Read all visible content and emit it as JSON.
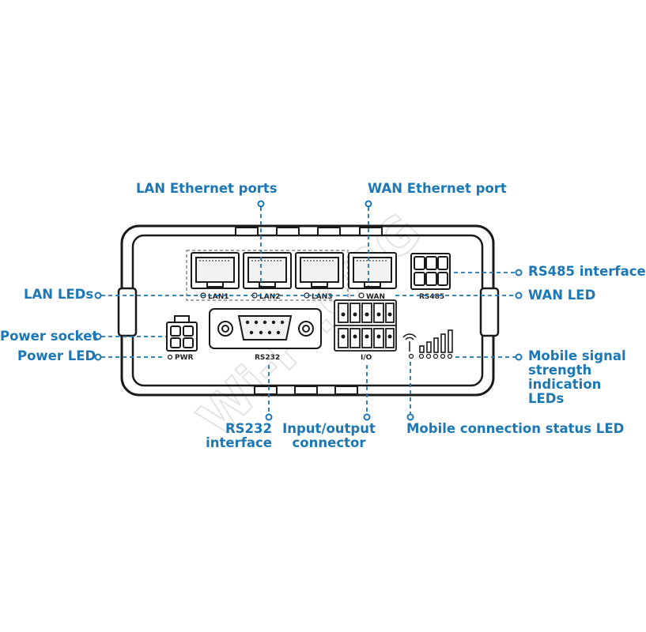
{
  "callouts": {
    "lan_ports": "LAN Ethernet ports",
    "wan_port": "WAN Ethernet port",
    "rs485": "RS485 interface",
    "lan_leds": "LAN LEDs",
    "wan_led": "WAN LED",
    "power_socket": "Power socket",
    "power_led": "Power LED",
    "mobile_signal": "Mobile signal\nstrength\nindication LEDs",
    "rs232": "RS232\ninterface",
    "io": "Input/output\nconnector",
    "mobile_status": "Mobile connection status LED"
  },
  "panel_labels": {
    "lan1": "LAN1",
    "lan2": "LAN2",
    "lan3": "LAN3",
    "wan": "WAN",
    "rs485": "RS485",
    "pwr": "PWR",
    "rs232": "RS232",
    "io": "I/O"
  },
  "watermark": "Wi-Fi.ORG",
  "colors": {
    "accent": "#1c77b5",
    "device_outline": "#1a1a1a"
  }
}
